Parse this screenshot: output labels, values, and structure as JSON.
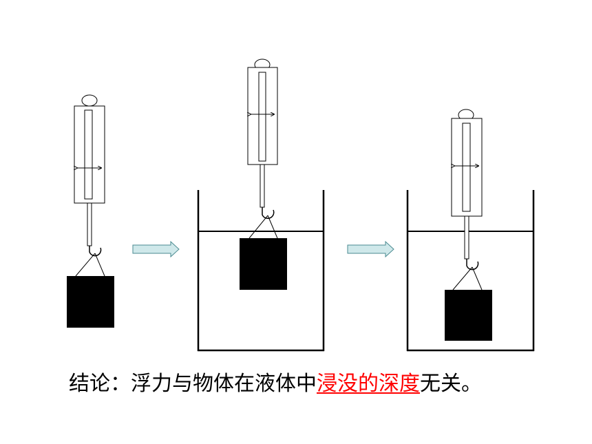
{
  "conclusion": {
    "prefix": "结论：浮力与物体在液体中",
    "highlight": "浸没的深度",
    "suffix": "无关。"
  },
  "colors": {
    "highlight": "#ff0000",
    "arrow_fill": "#cfe8ea",
    "arrow_stroke": "#4a8a90",
    "block": "#000000"
  }
}
